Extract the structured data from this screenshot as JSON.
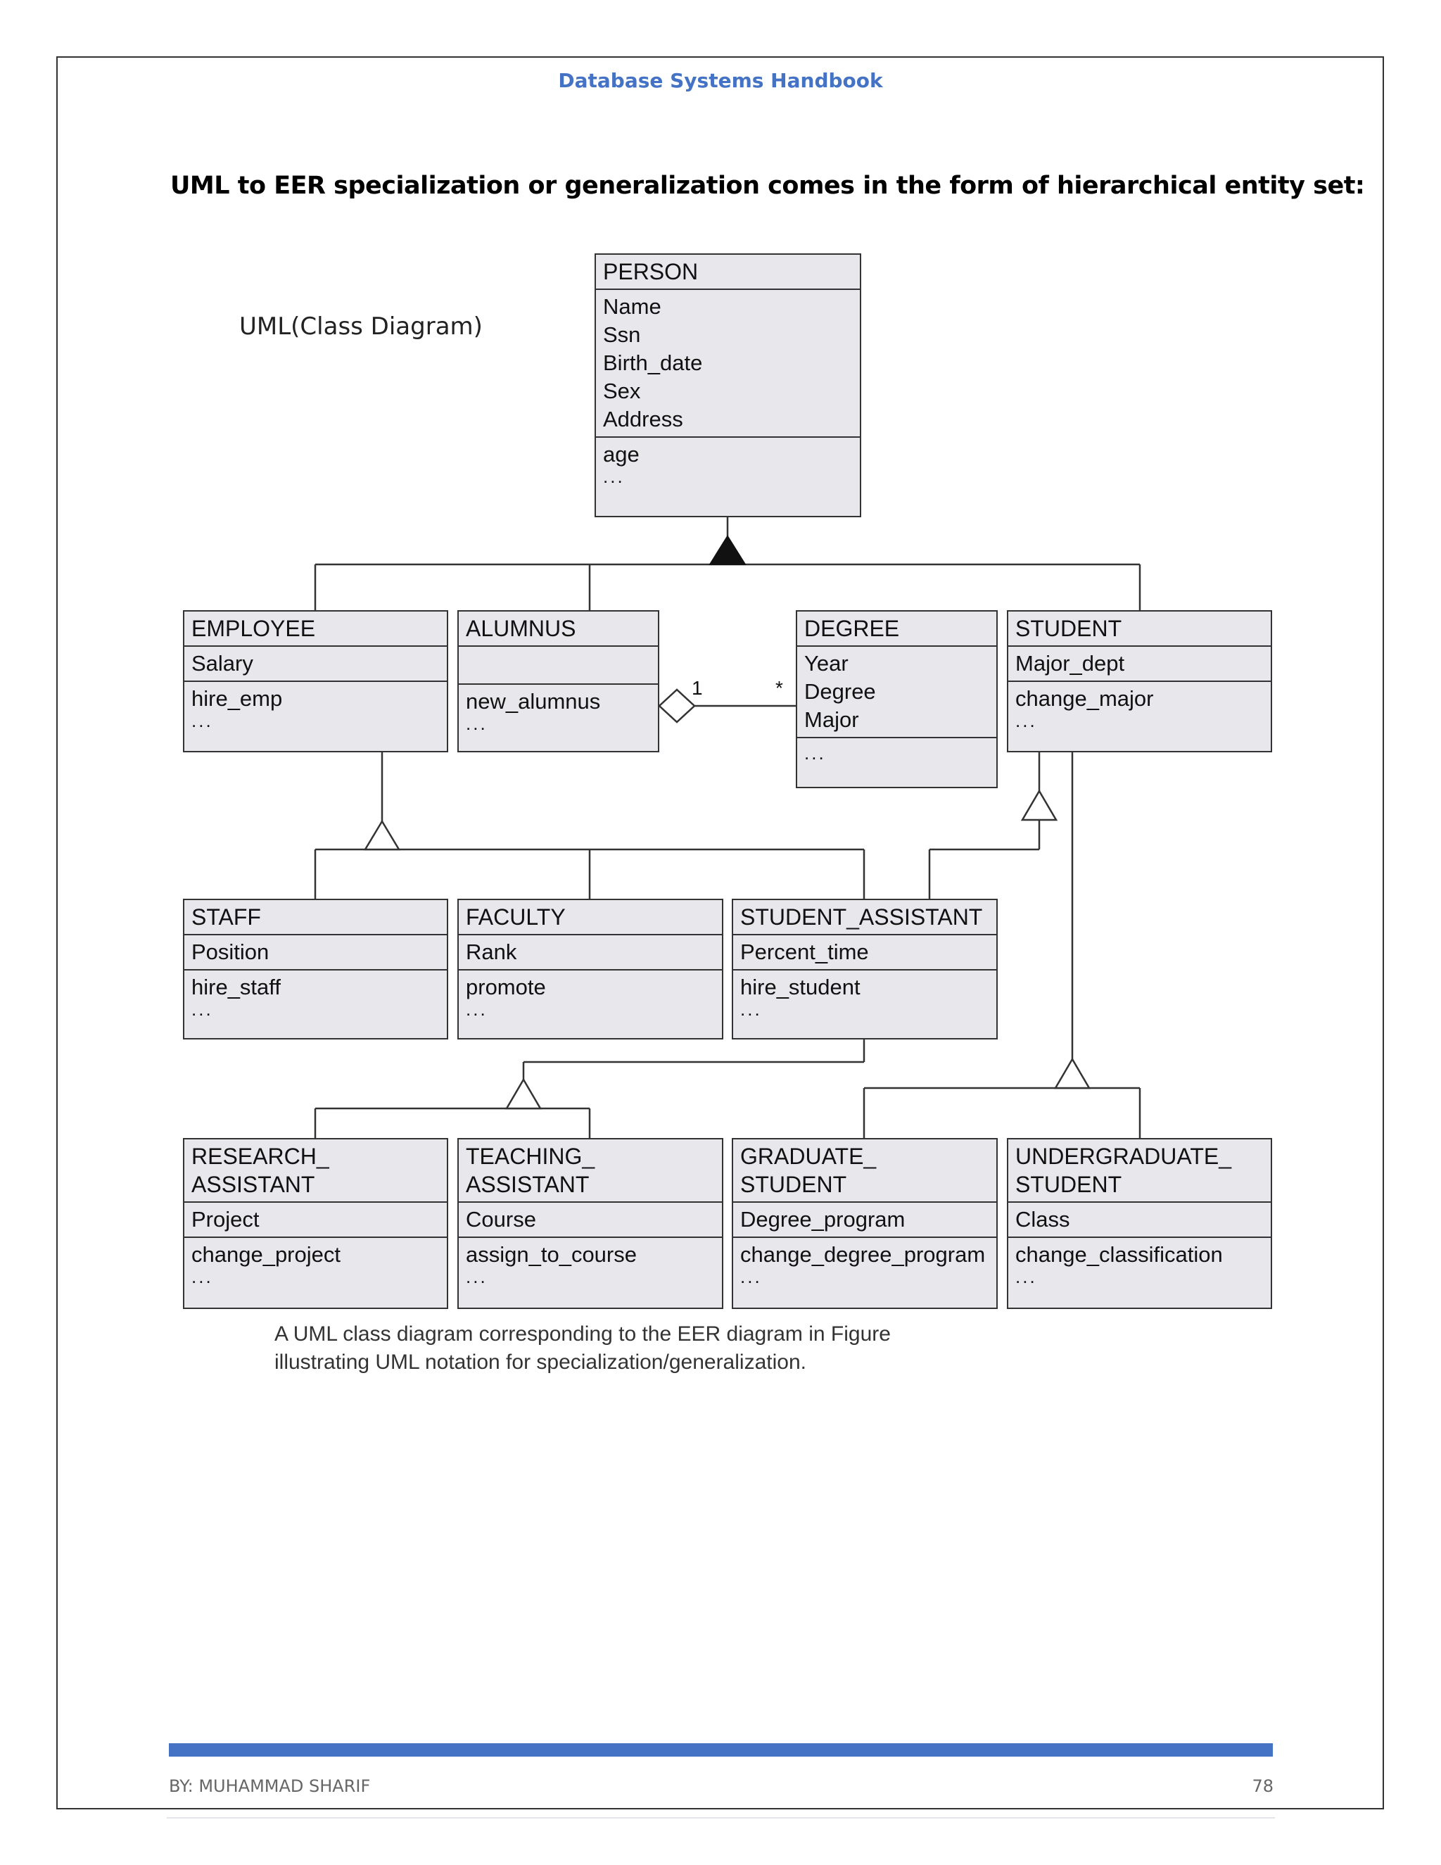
{
  "header": {
    "title": "Database Systems Handbook"
  },
  "section": {
    "heading": "UML to EER specialization or generalization comes in the form of hierarchical entity set:",
    "diagram_label": "UML(Class Diagram)"
  },
  "classes": {
    "person": {
      "name": "PERSON",
      "attributes": [
        "Name",
        "Ssn",
        "Birth_date",
        "Sex",
        "Address"
      ],
      "operations": [
        "age"
      ],
      "ellipsis": "..."
    },
    "employee": {
      "name": "EMPLOYEE",
      "attributes": [
        "Salary"
      ],
      "operations": [
        "hire_emp"
      ],
      "ellipsis": "..."
    },
    "alumnus": {
      "name": "ALUMNUS",
      "attributes": [],
      "operations": [
        "new_alumnus"
      ],
      "ellipsis": "..."
    },
    "degree": {
      "name": "DEGREE",
      "attributes": [
        "Year",
        "Degree",
        "Major"
      ],
      "operations": [],
      "ellipsis": "..."
    },
    "student": {
      "name": "STUDENT",
      "attributes": [
        "Major_dept"
      ],
      "operations": [
        "change_major"
      ],
      "ellipsis": "..."
    },
    "staff": {
      "name": "STAFF",
      "attributes": [
        "Position"
      ],
      "operations": [
        "hire_staff"
      ],
      "ellipsis": "..."
    },
    "faculty": {
      "name": "FACULTY",
      "attributes": [
        "Rank"
      ],
      "operations": [
        "promote"
      ],
      "ellipsis": "..."
    },
    "student_assistant": {
      "name": "STUDENT_ASSISTANT",
      "attributes": [
        "Percent_time"
      ],
      "operations": [
        "hire_student"
      ],
      "ellipsis": "..."
    },
    "research_assistant": {
      "name_lines": [
        "RESEARCH_",
        "ASSISTANT"
      ],
      "attributes": [
        "Project"
      ],
      "operations": [
        "change_project"
      ],
      "ellipsis": "..."
    },
    "teaching_assistant": {
      "name_lines": [
        "TEACHING_",
        "ASSISTANT"
      ],
      "attributes": [
        "Course"
      ],
      "operations": [
        "assign_to_course"
      ],
      "ellipsis": "..."
    },
    "graduate_student": {
      "name_lines": [
        "GRADUATE_",
        "STUDENT"
      ],
      "attributes": [
        "Degree_program"
      ],
      "operations": [
        "change_degree_program"
      ],
      "ellipsis": "..."
    },
    "undergraduate_student": {
      "name_lines": [
        "UNDERGRADUATE_",
        "STUDENT"
      ],
      "attributes": [
        "Class"
      ],
      "operations": [
        "change_classification"
      ],
      "ellipsis": "..."
    }
  },
  "association": {
    "alumnus_end": "1",
    "degree_end": "*"
  },
  "caption": {
    "line1": "A UML class diagram corresponding to the EER diagram in Figure",
    "line2": "illustrating UML notation for specialization/generalization."
  },
  "footer": {
    "author": "BY: MUHAMMAD SHARIF",
    "page_number": "78"
  },
  "colors": {
    "accent": "#4472c4",
    "box_fill": "#e8e8ec",
    "line": "#333333"
  }
}
